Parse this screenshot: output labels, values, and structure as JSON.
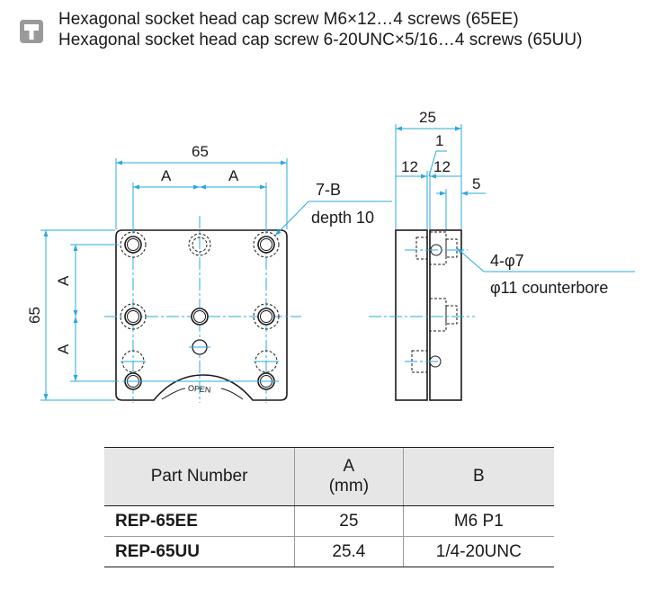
{
  "header": {
    "icon": "screw-icon",
    "line1": "Hexagonal socket head cap screw M6×12…4 screws (65EE)",
    "line2": "Hexagonal socket head cap screw 6-20UNC×5/16…4 screws (65UU)"
  },
  "drawing": {
    "front": {
      "width_dim": "65",
      "a_left": "A",
      "a_right": "A",
      "height_dim": "65",
      "a_upper": "A",
      "a_lower": "A",
      "callout_b": "7-B",
      "callout_depth": "depth 10",
      "open_label": "OPEN"
    },
    "side": {
      "overall_dim": "25",
      "gap_dim": "1",
      "left_dim": "12",
      "right_dim": "12",
      "depth_dim": "5",
      "callout_holes": "4-φ7",
      "callout_counterbore": "φ11 counterbore"
    }
  },
  "table": {
    "headers": [
      "Part Number",
      "A\n(mm)",
      "B"
    ],
    "header_a_line1": "A",
    "header_a_line2": "(mm)",
    "rows": [
      {
        "part": "REP-65EE",
        "a": "25",
        "b": "M6 P1"
      },
      {
        "part": "REP-65UU",
        "a": "25.4",
        "b": "1/4-20UNC"
      }
    ]
  },
  "colors": {
    "dimension": "#29a8e0",
    "outline": "#1a1a1a",
    "header_bg": "#e6e6e6",
    "icon": "#9a9a9a"
  }
}
